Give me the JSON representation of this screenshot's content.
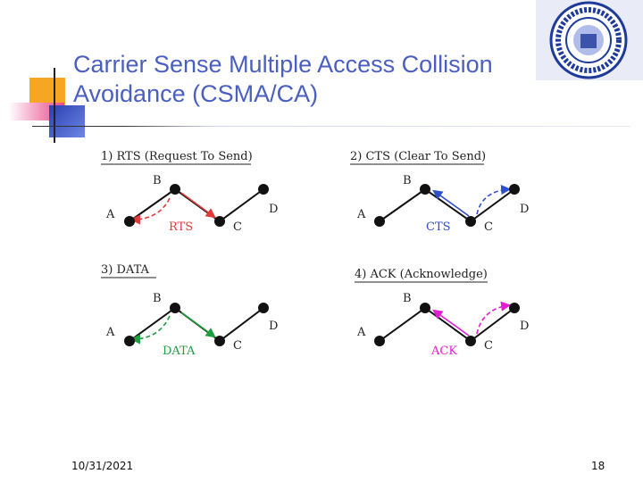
{
  "slide": {
    "title_line1": "Carrier Sense Multiple Access Collision",
    "title_line2": "Avoidance (CSMA/CA)",
    "date": "10/31/2021",
    "page_number": "18"
  },
  "colors": {
    "title": "#4a5fbf",
    "rts": "#e03a3a",
    "cts": "#2e4fc9",
    "data": "#1f9e3f",
    "ack": "#e020d0",
    "deco_orange": "#f5a623",
    "deco_pink": "#f28cb5",
    "deco_blue": "#3d5bd1"
  },
  "logo": {
    "icon": "university-seal-icon"
  },
  "panels": [
    {
      "title": "1) RTS (Request To Send)",
      "message": "RTS",
      "nodes": [
        "A",
        "B",
        "C",
        "D"
      ]
    },
    {
      "title": "2) CTS (Clear To Send)",
      "message": "CTS",
      "nodes": [
        "A",
        "B",
        "C",
        "D"
      ]
    },
    {
      "title": "3) DATA",
      "message": "DATA",
      "nodes": [
        "A",
        "B",
        "C",
        "D"
      ]
    },
    {
      "title": "4) ACK (Acknowledge)",
      "message": "ACK",
      "nodes": [
        "A",
        "B",
        "C",
        "D"
      ]
    }
  ]
}
